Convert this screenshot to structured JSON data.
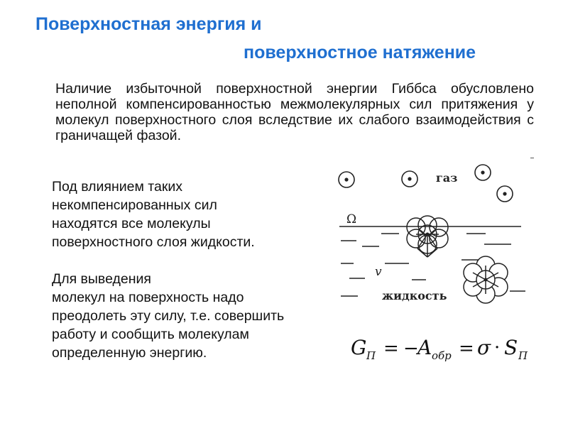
{
  "title": {
    "line1": "Поверхностная энергия и",
    "line2": "поверхностное натяжение"
  },
  "intro_paragraph": "Наличие избыточной поверхностной энергии Гиббса обусловлено неполной компенсированностью межмолекулярных сил притяжения у молекул поверхностного слоя вследствие их слабого взаимодействия с граничащей фазой.",
  "left_text": {
    "block1": [
      "Под влиянием таких",
      "некомпенсированных сил",
      "находятся все молекулы",
      "поверхностного слоя жидкости."
    ],
    "block2": [
      "Для выведения",
      "молекул на поверхность надо",
      "преодолеть эту силу, т.е. совершить",
      "работу и сообщить молекулам",
      "определенную энергию."
    ]
  },
  "figure": {
    "gas_label": "газ",
    "surface_label": "Ω",
    "volume_label": "v",
    "liquid_label": "жидкость"
  },
  "formula": {
    "lhs": "G",
    "lhs_sub": "П",
    "eq1": "=",
    "minus": "−",
    "work": "A",
    "work_sub": "обр",
    "eq2": "=",
    "sigma": "σ",
    "dot": "·",
    "area": "S",
    "area_sub": "П"
  }
}
